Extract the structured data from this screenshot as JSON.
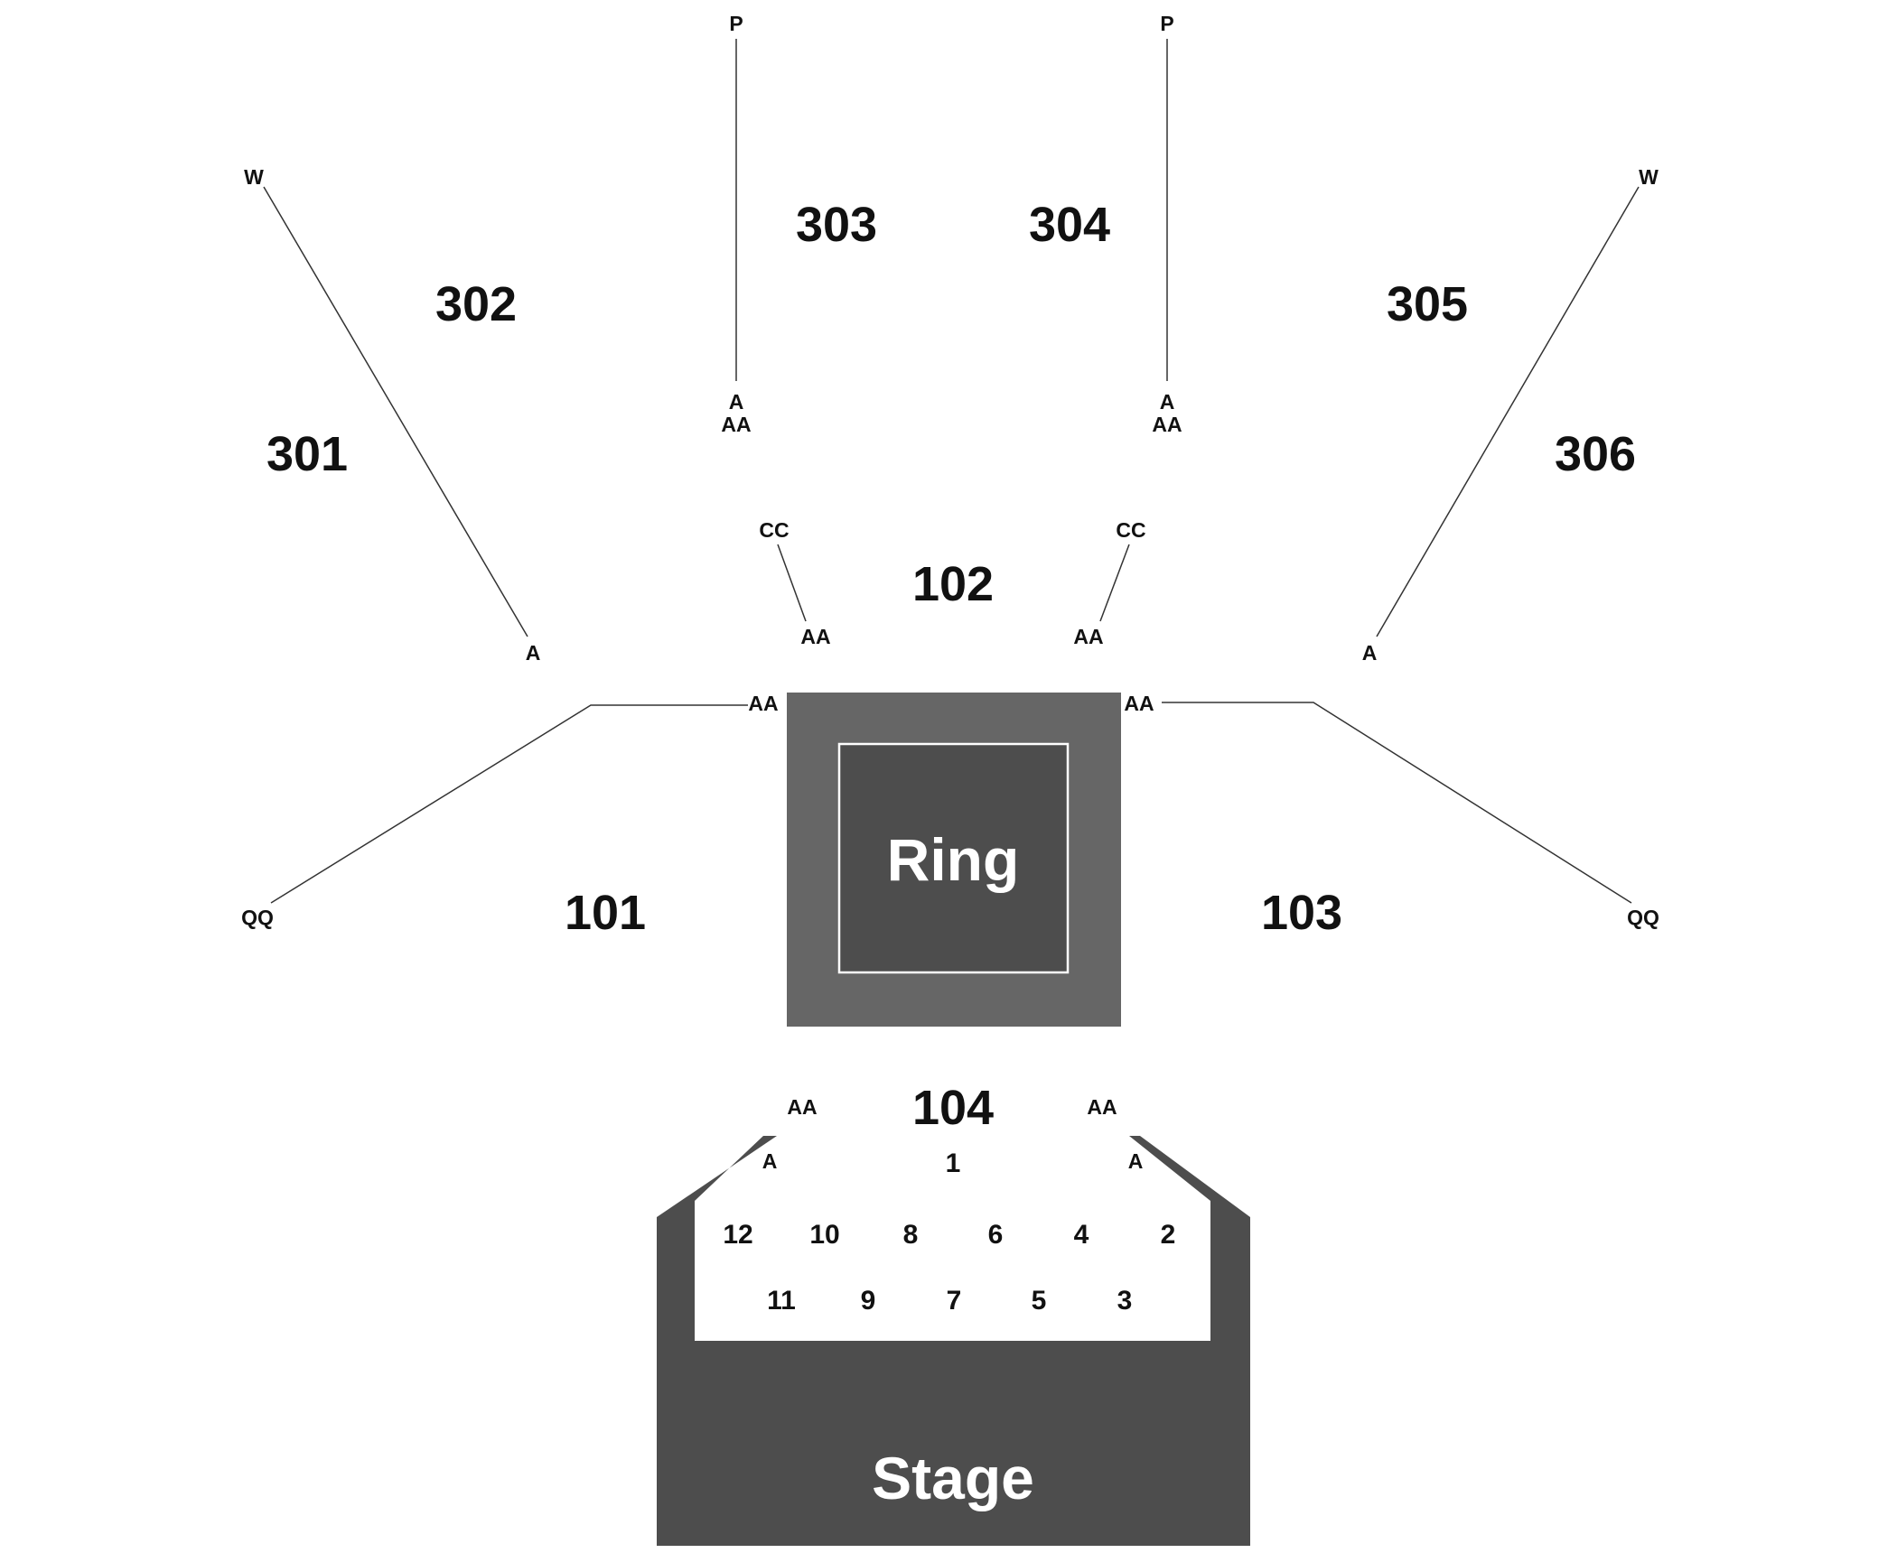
{
  "map": {
    "colors": {
      "ring_apron": "#666666",
      "ring_floor": "#4d4d4d",
      "stage": "#4d4d4d",
      "ring_border": "#ffffff",
      "text": "#111111",
      "line": "#333333"
    },
    "ring": {
      "label": "Ring"
    },
    "stage": {
      "label": "Stage"
    },
    "sections": {
      "s101": "101",
      "s102": "102",
      "s103": "103",
      "s104": "104",
      "s301": "301",
      "s302": "302",
      "s303": "303",
      "s304": "304",
      "s305": "305",
      "s306": "306"
    },
    "rows": {
      "s302_top": "W",
      "s302_bottom": "A",
      "s303_top": "P",
      "s303_bottom_a": "A",
      "s303_bottom_aa": "AA",
      "s304_top": "P",
      "s304_bottom_a": "A",
      "s304_bottom_aa": "AA",
      "s305_top": "W",
      "s305_bottom": "A",
      "s102_left_top": "CC",
      "s102_left_bottom": "AA",
      "s102_right_top": "CC",
      "s102_right_bottom": "AA",
      "s101_top": "AA",
      "s101_bottom": "QQ",
      "s103_top": "AA",
      "s103_bottom": "QQ",
      "s104_left_aa": "AA",
      "s104_right_aa": "AA",
      "s104_left_a": "A",
      "s104_right_a": "A"
    },
    "tables": {
      "t1": "1",
      "t2": "2",
      "t3": "3",
      "t4": "4",
      "t5": "5",
      "t6": "6",
      "t7": "7",
      "t8": "8",
      "t9": "9",
      "t10": "10",
      "t11": "11",
      "t12": "12"
    }
  }
}
